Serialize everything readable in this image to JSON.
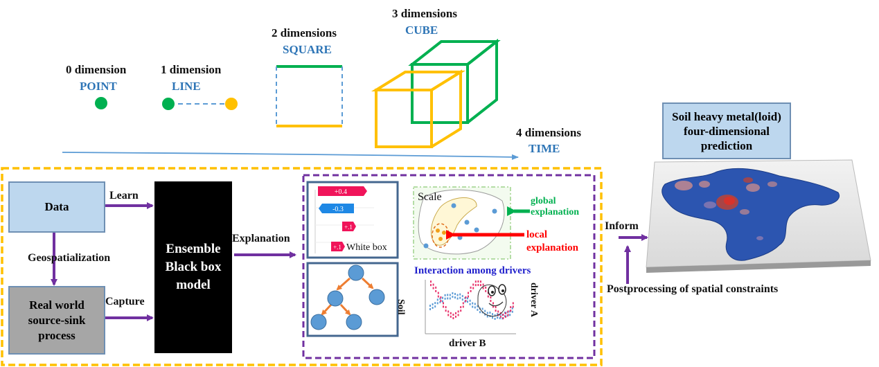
{
  "dimensions": [
    {
      "heading": "0 dimension",
      "name": "POINT"
    },
    {
      "heading": "1 dimension",
      "name": "LINE"
    },
    {
      "heading": "2 dimensions",
      "name": "SQUARE"
    },
    {
      "heading": "3 dimensions",
      "name": "CUBE"
    },
    {
      "heading": "4 dimensions",
      "name": "TIME"
    }
  ],
  "prediction": {
    "title": "Soil heavy metal(loid) four-dimensional prediction"
  },
  "workflow": {
    "data_box": "Data",
    "realworld_box": "Real world source-sink process",
    "model_box": "Ensemble Black box model",
    "learn_label": "Learn",
    "capture_label": "Capture",
    "geospatialization_label": "Geospatialization",
    "explanation_label": "Explanation",
    "inform_label": "Inform",
    "postprocessing_label": "Postprocessing of spatial constraints"
  },
  "explain": {
    "bar_values": [
      "+0.4",
      "-0.3",
      "+.1",
      "+.1"
    ],
    "white_box": "White box",
    "scale": "Scale",
    "global_explanation": "global explanation",
    "local_explanation": "local explanation",
    "interaction_title": "Interaction among drivers",
    "axis_soil": "Soil",
    "axis_driver_a": "driver A",
    "axis_driver_b": "driver B"
  },
  "colors": {
    "green": "#00b050",
    "yellow": "#ffc000",
    "blue": "#2e75b6",
    "purple": "#7030a0",
    "red": "#ff0000",
    "light_blue_box": "#bdd7ee",
    "gray_box": "#a6a6a6",
    "pink_bar": "#f0145a",
    "bar_blue": "#1e88e5"
  }
}
